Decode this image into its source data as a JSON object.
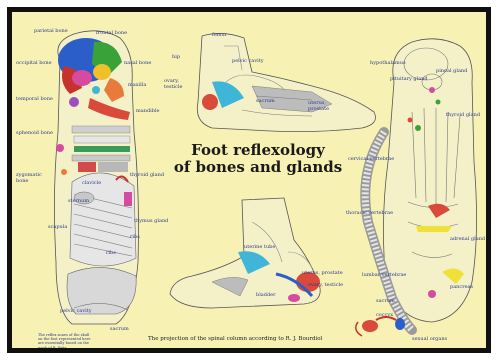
{
  "title": {
    "line1": "Foot reflexology",
    "line2": "of bones and glands"
  },
  "caption": "The projection of the spinal column according to R. J. Bourdiol",
  "note": "The reflex zones of the skull on the foot represented here are essentially based on the work of B. Fritz",
  "labels": {
    "parietal_bone": "parietal bone",
    "frontal_bone": "frontal bone",
    "occipital_bone": "occipital bone",
    "nasal_bone": "nasal bone",
    "maxilla": "maxilla",
    "temporal_bone": "temporal bone",
    "mandible": "mandible",
    "sphenoid_bone": "sphenoid bone",
    "zygomatic_bone": "zygomatic\nbone",
    "thyroid_gland": "thyroid gland",
    "clavicle": "clavicle",
    "sternum": "sternum",
    "scapula": "scapula",
    "thymus_gland": "thymus gland",
    "ribs": "ribs",
    "pelvic_cavity_left": "pelvic cavity",
    "sacrum_left": "sacrum",
    "femur": "femur",
    "hip": "hip",
    "ovary_testicle": "ovary,\ntesticle",
    "uterus_prostate": "uterus,\nprostate",
    "hypothalamus": "hypothalamus",
    "pineal_gland": "pineal gland",
    "pituitary_gland": "pituitary gland",
    "thyroid_gland_right": "thyroid gland",
    "cervical_vertebrae": "cervical vertebrae",
    "thoracic_vertebrae": "thoracic vertebrae",
    "adrenal_gland": "adrenal gland",
    "lumbar_vertebrae": "lumbar vertebrae",
    "pancreas": "pancreas",
    "sacrum_right": "sacrum",
    "coccyx": "coccyx",
    "sexual_organs": "sexual organs",
    "uterine_tube": "uterine tube",
    "bladder": "bladder",
    "uterus_prostate_lower": "uterus, prostate",
    "ovary_testicle_lower": "ovary, testicle"
  }
}
